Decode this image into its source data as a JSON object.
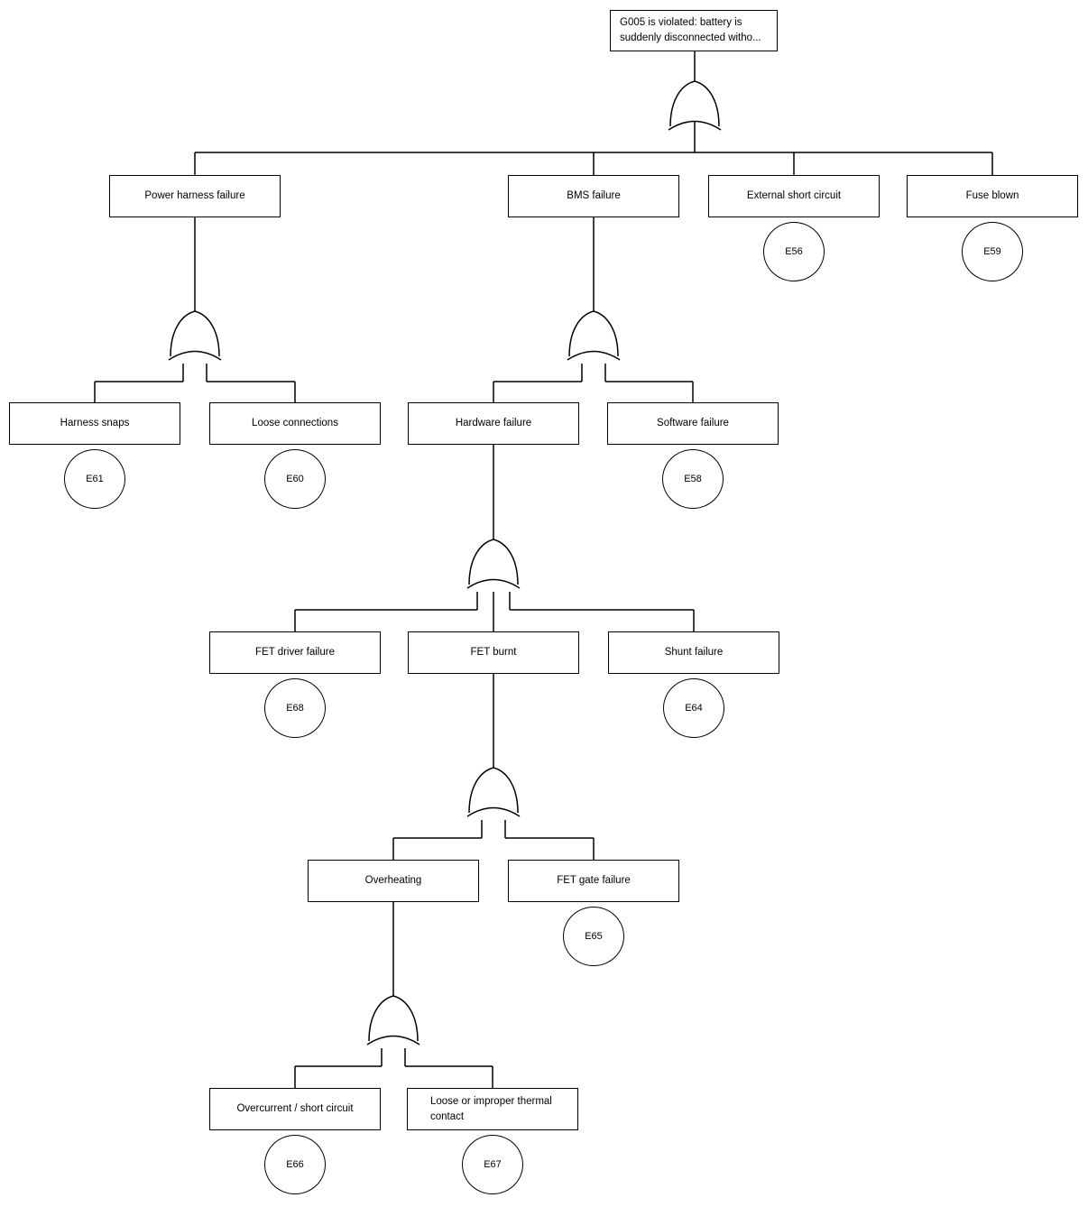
{
  "diagram": {
    "type": "fault-tree",
    "gate_type": "OR",
    "colors": {
      "stroke": "#000000",
      "background": "#ffffff"
    },
    "nodes": {
      "top_event": {
        "label": "G005 is violated: battery is suddenly disconnected witho..."
      },
      "power_harness": {
        "label": "Power harness failure"
      },
      "bms": {
        "label": "BMS failure"
      },
      "external_short": {
        "label": "External short circuit",
        "event": "E56"
      },
      "fuse_blown": {
        "label": "Fuse blown",
        "event": "E59"
      },
      "harness_snaps": {
        "label": "Harness snaps",
        "event": "E61"
      },
      "loose_connections": {
        "label": "Loose connections",
        "event": "E60"
      },
      "hardware": {
        "label": "Hardware failure"
      },
      "software": {
        "label": "Software failure",
        "event": "E58"
      },
      "fet_driver": {
        "label": "FET driver failure",
        "event": "E68"
      },
      "fet_burnt": {
        "label": "FET burnt"
      },
      "shunt": {
        "label": "Shunt failure",
        "event": "E64"
      },
      "overheating": {
        "label": "Overheating"
      },
      "fet_gate": {
        "label": "FET gate failure",
        "event": "E65"
      },
      "overcurrent": {
        "label": "Overcurrent / short circuit",
        "event": "E66"
      },
      "loose_thermal": {
        "label": "Loose or improper thermal contact",
        "event": "E67"
      }
    }
  }
}
